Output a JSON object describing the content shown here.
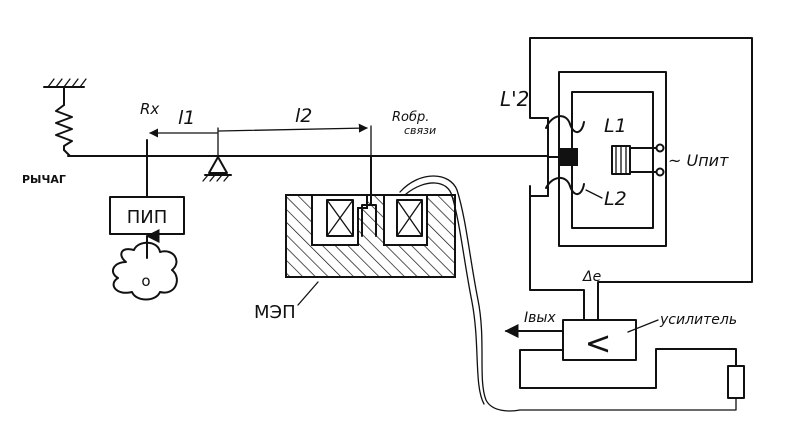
{
  "labels": {
    "lever": "РЫЧАГ",
    "pip": "ПИП",
    "rx": "Rx",
    "l1": "l1",
    "l2": "l2",
    "feedback_r": "Rобр.",
    "feedback_svyazi": "связи",
    "mep": "МЭП",
    "l2_prime": "L'2",
    "l1_coil": "L1",
    "l2_coil": "L2",
    "u_supply": "~ Uпит",
    "delta_e": "Δe",
    "i_out": "Iвых",
    "amplifier": "усилитель",
    "amp_symbol": "<",
    "source_symbol": "o"
  },
  "colors": {
    "ink": "#111111",
    "background": "#ffffff"
  }
}
